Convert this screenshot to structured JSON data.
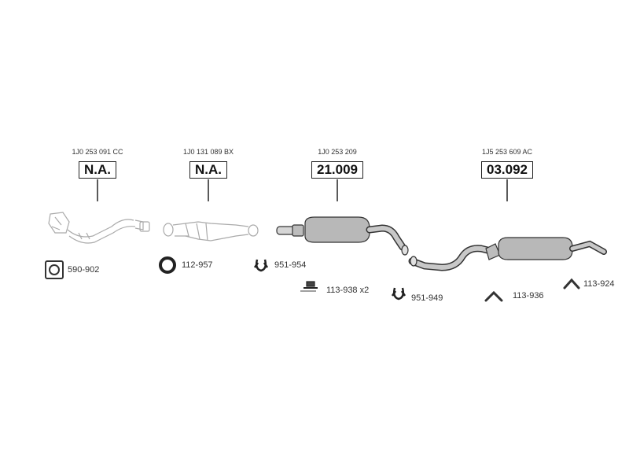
{
  "parts": [
    {
      "oe": "1J0 253 091 CC",
      "box": "N.A."
    },
    {
      "oe": "1J0 131 089 BX",
      "box": "N.A."
    },
    {
      "oe": "1J0 253 209",
      "box": "21.009"
    },
    {
      "oe": "1J5 253 609 AC",
      "box": "03.092"
    }
  ],
  "accessories": [
    {
      "code": "590-902",
      "icon": "gasket-icon"
    },
    {
      "code": "112-957",
      "icon": "ring-gasket-icon"
    },
    {
      "code": "951-954",
      "icon": "clamp-icon"
    },
    {
      "code": "113-938 x2",
      "icon": "mounting-bracket-icon"
    },
    {
      "code": "951-949",
      "icon": "clamp-icon"
    },
    {
      "code": "113-936",
      "icon": "rubber-hanger-icon"
    },
    {
      "code": "113-924",
      "icon": "rubber-hanger-icon"
    }
  ]
}
